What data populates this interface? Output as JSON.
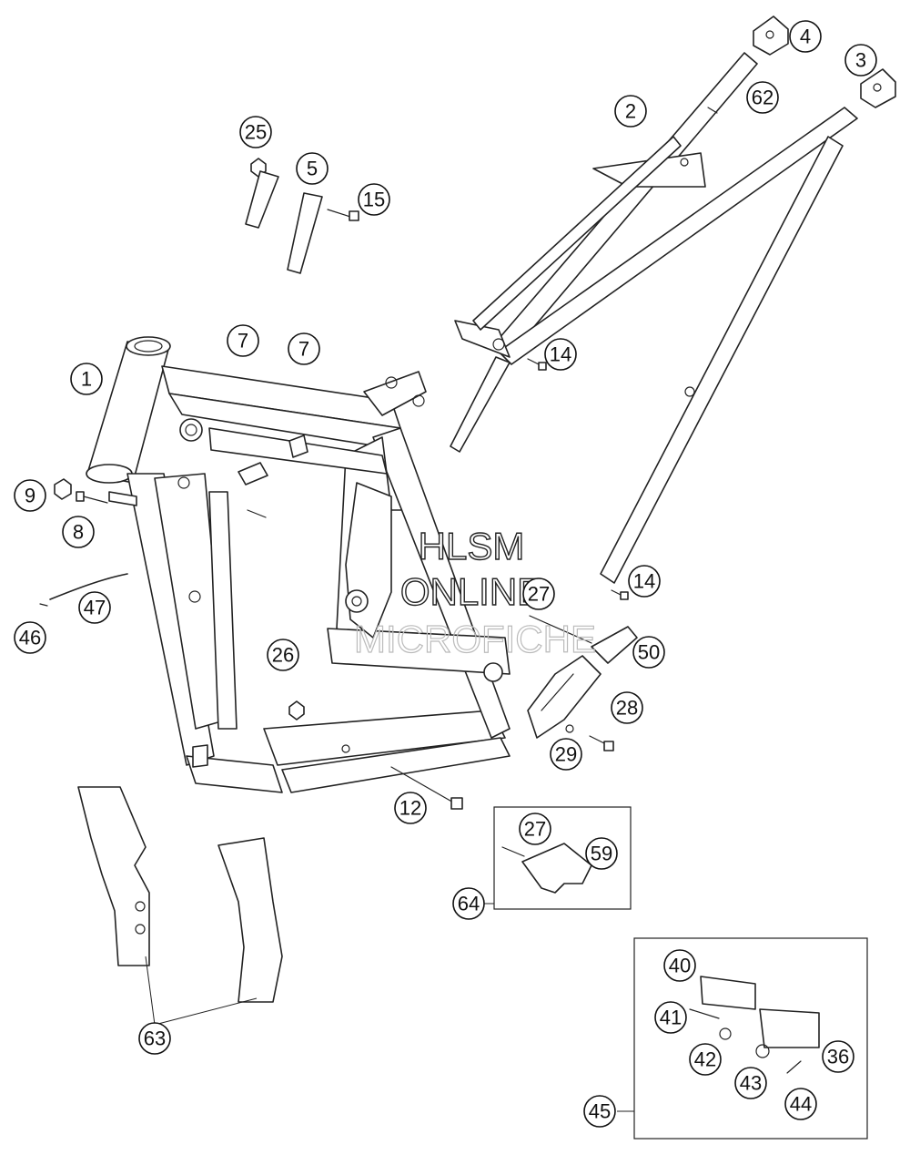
{
  "diagram": {
    "watermark": {
      "line1": "HLSM",
      "line2": "ONLINE",
      "line3": "MICROFICHE"
    },
    "callouts": [
      {
        "id": "c1",
        "label": "1"
      },
      {
        "id": "c2",
        "label": "2"
      },
      {
        "id": "c3",
        "label": "3"
      },
      {
        "id": "c4",
        "label": "4"
      },
      {
        "id": "c5",
        "label": "5"
      },
      {
        "id": "c7a",
        "label": "7"
      },
      {
        "id": "c7b",
        "label": "7"
      },
      {
        "id": "c8",
        "label": "8"
      },
      {
        "id": "c9",
        "label": "9"
      },
      {
        "id": "c12",
        "label": "12"
      },
      {
        "id": "c14a",
        "label": "14"
      },
      {
        "id": "c14b",
        "label": "14"
      },
      {
        "id": "c15",
        "label": "15"
      },
      {
        "id": "c25",
        "label": "25"
      },
      {
        "id": "c26",
        "label": "26"
      },
      {
        "id": "c27a",
        "label": "27"
      },
      {
        "id": "c27b",
        "label": "27"
      },
      {
        "id": "c28",
        "label": "28"
      },
      {
        "id": "c29",
        "label": "29"
      },
      {
        "id": "c36",
        "label": "36"
      },
      {
        "id": "c40",
        "label": "40"
      },
      {
        "id": "c41",
        "label": "41"
      },
      {
        "id": "c42",
        "label": "42"
      },
      {
        "id": "c43",
        "label": "43"
      },
      {
        "id": "c44",
        "label": "44"
      },
      {
        "id": "c45",
        "label": "45"
      },
      {
        "id": "c46",
        "label": "46"
      },
      {
        "id": "c47",
        "label": "47"
      },
      {
        "id": "c50",
        "label": "50"
      },
      {
        "id": "c59",
        "label": "59"
      },
      {
        "id": "c62",
        "label": "62"
      },
      {
        "id": "c63",
        "label": "63"
      },
      {
        "id": "c64",
        "label": "64"
      }
    ]
  }
}
